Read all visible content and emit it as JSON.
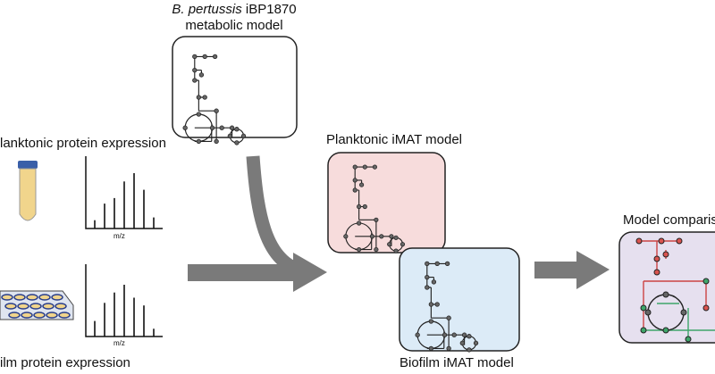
{
  "model": {
    "title_italic": "B. pertussis",
    "title_rest": " iBP1870",
    "subtitle": "metabolic model"
  },
  "labels": {
    "planktonic_expression": "lanktonic protein expression",
    "biofilm_expression": "ilm protein expression",
    "planktonic_imat": "Planktonic iMAT model",
    "biofilm_imat": "Biofilm iMAT model",
    "model_comparison": "Model comparis",
    "mz_top": "m/z",
    "mz_bottom": "m/z"
  },
  "colors": {
    "arrow": "#7a7a7a",
    "planktonic_bg": "#f7dcdc",
    "biofilm_bg": "#dcebf7",
    "comparison_bg": "#e6e0ef",
    "node": "#666666",
    "node_red": "#d9534f",
    "node_green": "#3fa66a",
    "tube_cap": "#3a5fa8",
    "tube_liquid": "#f1d58c"
  },
  "spectra": {
    "top_peaks": [
      0.15,
      0.45,
      0.55,
      0.85,
      1.0,
      0.7,
      0.2
    ],
    "bottom_peaks": [
      0.3,
      0.65,
      0.85,
      1.0,
      0.75,
      0.6,
      0.15
    ]
  }
}
